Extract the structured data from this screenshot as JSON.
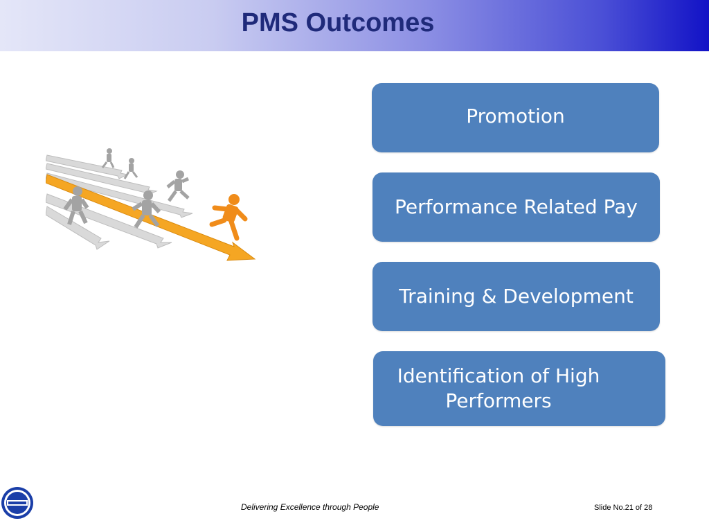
{
  "slide": {
    "title": "PMS Outcomes",
    "outcomes": [
      "Promotion",
      "Performance Related Pay",
      "Training & Development",
      "Identification of High Performers"
    ],
    "footer": {
      "tagline": "Delivering Excellence through People",
      "slide_number": "Slide No.21 of 28"
    },
    "colors": {
      "box_fill": "#4f81bd",
      "title_text": "#1f2a7a",
      "title_gradient_end": "#1212c6",
      "leader_arrow": "#f5a623",
      "runner_gray": "#9a9a9a"
    },
    "images": {
      "illustration": "runners-on-arrows-race-illustration",
      "logo": "company-logo-seal"
    }
  }
}
